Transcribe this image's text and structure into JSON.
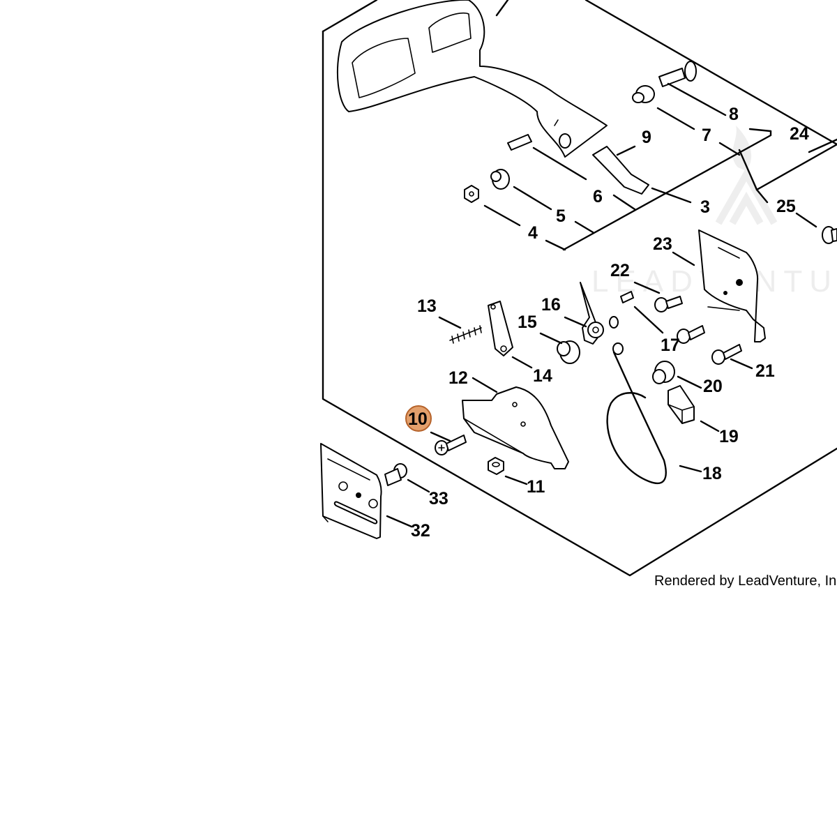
{
  "watermark": "LEADVENTU",
  "credit": "Rendered by LeadVenture, Inc.",
  "highlighted_part": "10",
  "callouts": {
    "p3": "3",
    "p4": "4",
    "p5": "5",
    "p6": "6",
    "p7": "7",
    "p8": "8",
    "p9": "9",
    "p10": "10",
    "p11": "11",
    "p12": "12",
    "p13": "13",
    "p14": "14",
    "p15": "15",
    "p16": "16",
    "p17": "17",
    "p18": "18",
    "p19": "19",
    "p20": "20",
    "p21": "21",
    "p22": "22",
    "p23": "23",
    "p24": "24",
    "p25": "25",
    "p32": "32",
    "p33": "33"
  }
}
